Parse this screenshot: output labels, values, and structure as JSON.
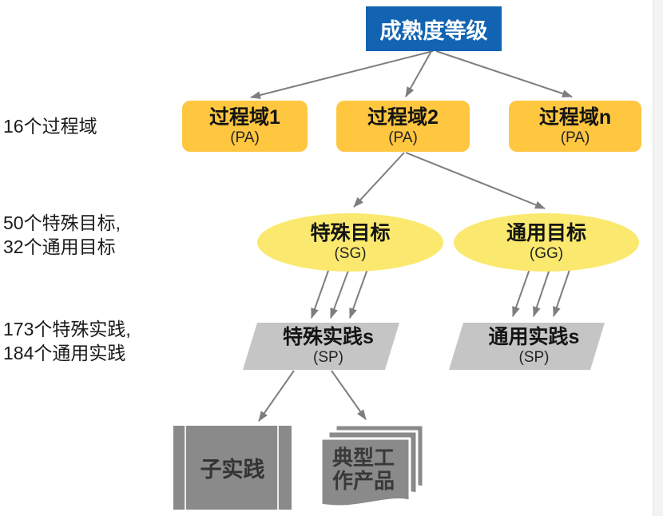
{
  "diagram": {
    "root": {
      "label": "成熟度等级"
    },
    "pa_level": {
      "side_label": "16个过程域",
      "nodes": [
        {
          "title": "过程域1",
          "sub": "(PA)"
        },
        {
          "title": "过程域2",
          "sub": "(PA)"
        },
        {
          "title": "过程域n",
          "sub": "(PA)"
        }
      ]
    },
    "goal_level": {
      "side_lines": [
        "50个特殊目标,",
        "32个通用目标"
      ],
      "nodes": [
        {
          "title": "特殊目标",
          "sub": "(SG)"
        },
        {
          "title": "通用目标",
          "sub": "(GG)"
        }
      ]
    },
    "practice_level": {
      "side_lines": [
        "173个特殊实践,",
        "184个通用实践"
      ],
      "nodes": [
        {
          "title": "特殊实践s",
          "sub": "(SP)"
        },
        {
          "title": "通用实践s",
          "sub": "(SP)"
        }
      ]
    },
    "artifact_level": {
      "nodes": [
        {
          "title": "子实践"
        },
        {
          "lines": [
            "典型工",
            "作产品"
          ]
        }
      ]
    },
    "colors": {
      "root_bg": "#1264B2",
      "process_area_bg": "#FFC640",
      "goal_bg": "#FAE96E",
      "practice_bg": "#C5C5C5",
      "artifact_bg": "#8A8A8A",
      "arrow": "#7E7E7E"
    }
  }
}
